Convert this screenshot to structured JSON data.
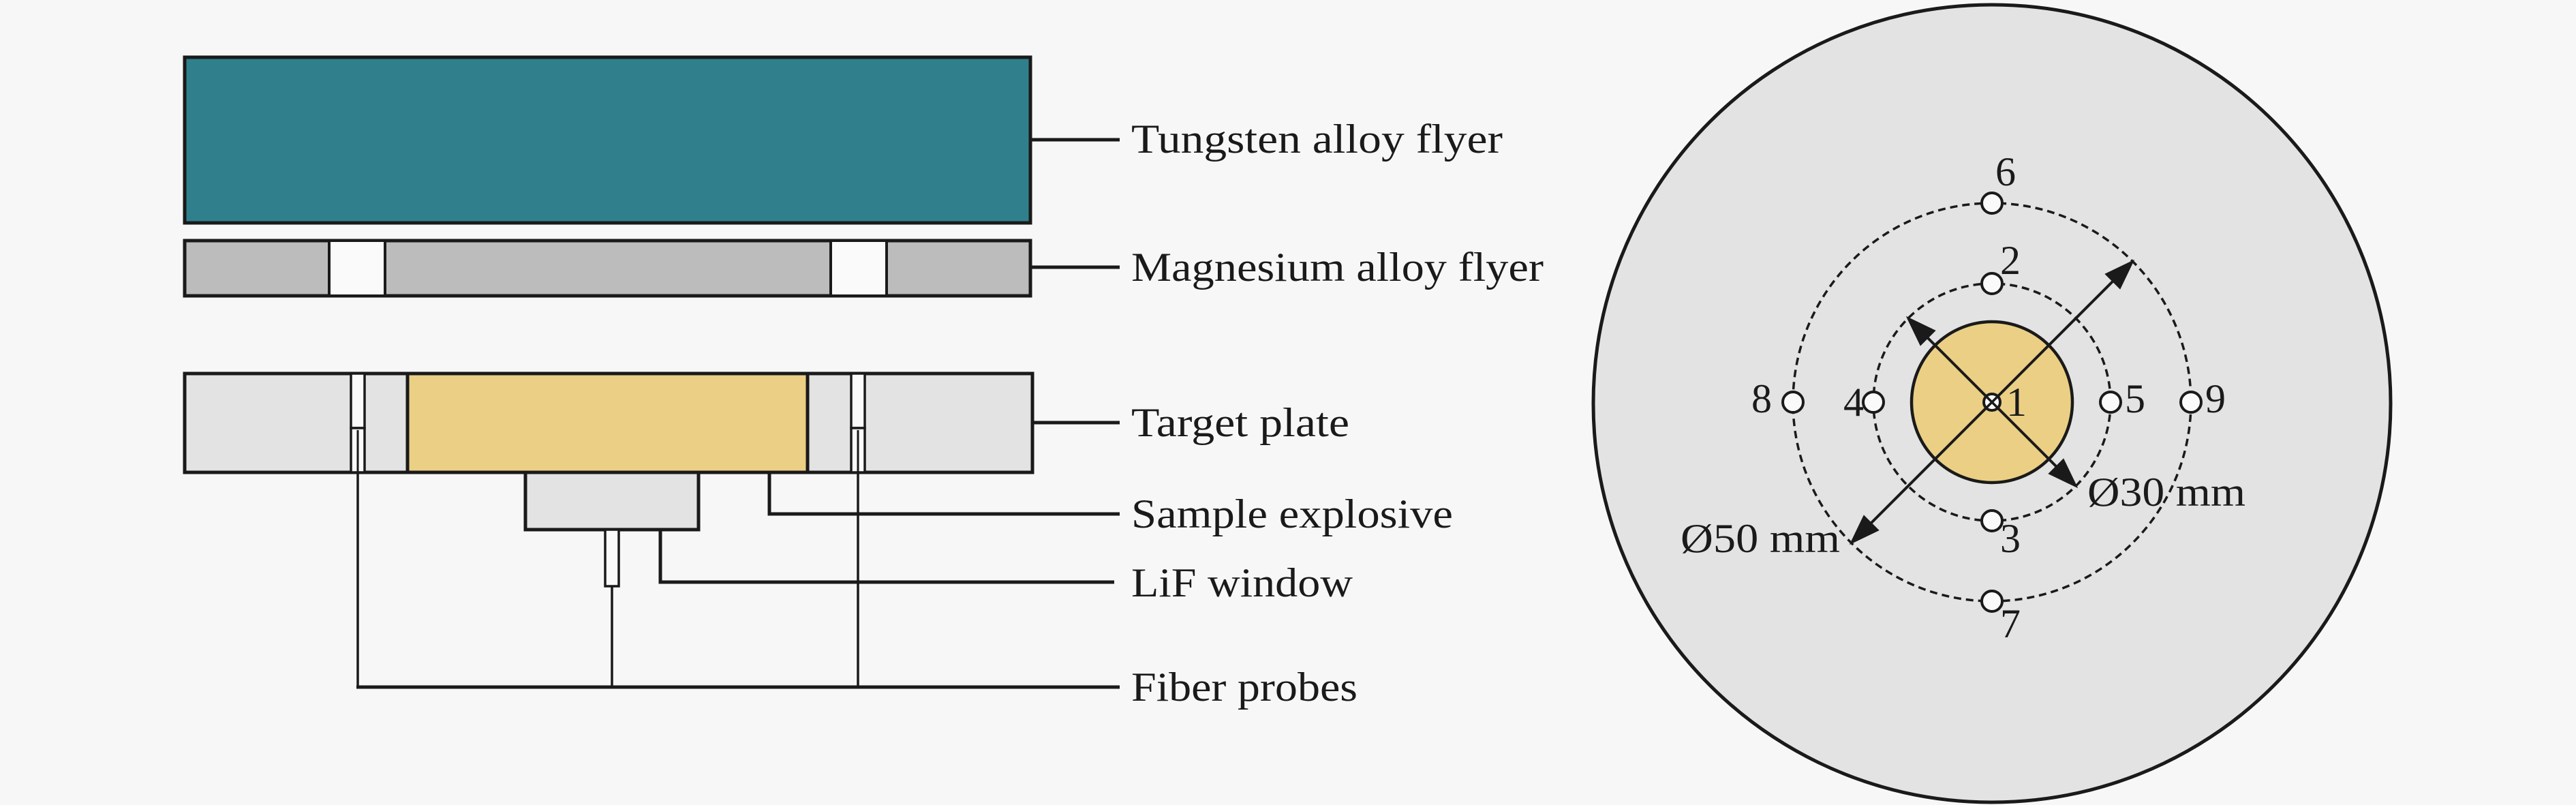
{
  "figure": {
    "side_view": {
      "labels": {
        "tungsten": "Tungsten alloy flyer",
        "magnesium": "Magnesium alloy flyer",
        "target": "Target plate",
        "explosive": "Sample explosive",
        "lif": "LiF window",
        "probes": "Fiber probes"
      }
    },
    "top_view": {
      "probe_numbers": [
        "1",
        "2",
        "3",
        "4",
        "5",
        "6",
        "7",
        "8",
        "9"
      ],
      "dimensions": {
        "inner": "Ø30 mm",
        "outer": "Ø50 mm"
      }
    }
  },
  "colors": {
    "background": "#f7f7f7",
    "tungsten": "#2f808c",
    "magnesium": "#bcbcbc",
    "plate": "#e3e3e3",
    "explosive": "#ebcf85",
    "line": "#1a1a1a"
  }
}
